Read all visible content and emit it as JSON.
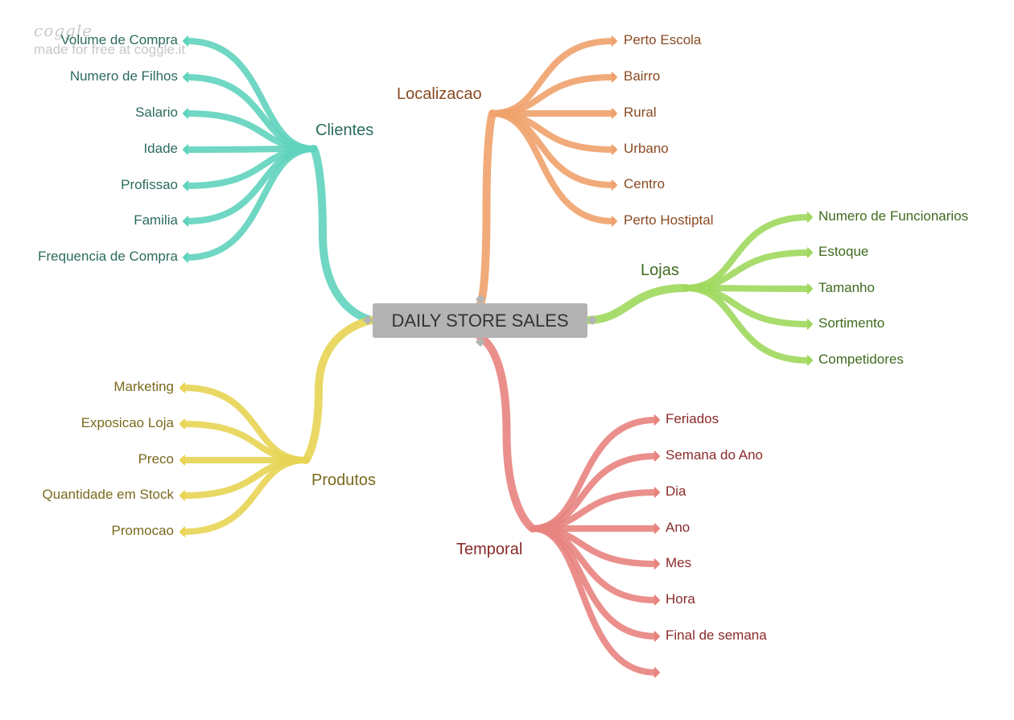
{
  "watermark": {
    "logo": "coggle",
    "text": "made for free at coggle.it"
  },
  "root": {
    "label": "DAILY STORE SALES"
  },
  "branches": [
    {
      "id": "clientes",
      "label": "Clientes",
      "color": "#5fd3bd",
      "text_color": "#2b6b5f",
      "leaves": [
        "Volume de Compra",
        "Numero de Filhos",
        "Salario",
        "Idade",
        "Profissao",
        "Familia",
        "Frequencia de Compra"
      ]
    },
    {
      "id": "produtos",
      "label": "Produtos",
      "color": "#e8d454",
      "text_color": "#7a6a1e",
      "leaves": [
        "Marketing",
        "Exposicao Loja",
        "Preco",
        "Quantidade em Stock",
        "Promocao"
      ]
    },
    {
      "id": "localizacao",
      "label": "Localizacao",
      "color": "#f0a26c",
      "text_color": "#8a4a22",
      "leaves": [
        "Perto Escola",
        "Bairro",
        "Rural",
        "Urbano",
        "Centro",
        "Perto Hostiptal"
      ]
    },
    {
      "id": "lojas",
      "label": "Lojas",
      "color": "#9ed85d",
      "text_color": "#3e6b1e",
      "leaves": [
        "Numero de Funcionarios",
        "Estoque",
        "Tamanho",
        "Sortimento",
        "Competidores"
      ]
    },
    {
      "id": "temporal",
      "label": "Temporal",
      "color": "#e8837e",
      "text_color": "#8a2a2a",
      "leaves": [
        "Feriados",
        "Semana do Ano",
        "Dia",
        "Ano",
        "Mes",
        "Hora",
        "Final de semana",
        ""
      ]
    }
  ]
}
